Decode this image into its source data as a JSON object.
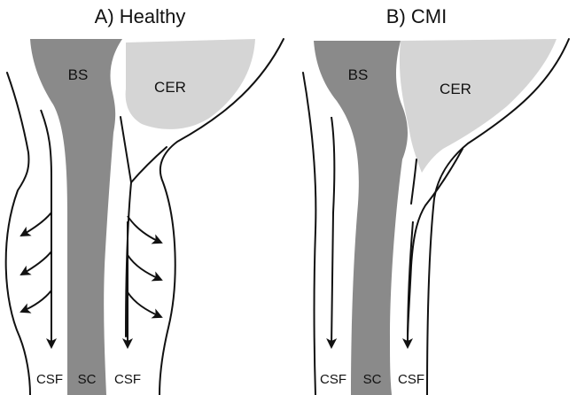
{
  "panels": [
    {
      "title": "A) Healthy",
      "labels": {
        "brainstem": "BS",
        "cerebellum": "CER",
        "csf_left": "CSF",
        "spinal_cord": "SC",
        "csf_right": "CSF"
      }
    },
    {
      "title": "B) CMI",
      "labels": {
        "brainstem": "BS",
        "cerebellum": "CER",
        "csf_left": "CSF",
        "spinal_cord": "SC",
        "csf_right": "CSF"
      }
    }
  ],
  "colors": {
    "brainstem_fill": "#8a8a8a",
    "cerebellum_fill": "#d5d5d5",
    "outline": "#111111"
  }
}
